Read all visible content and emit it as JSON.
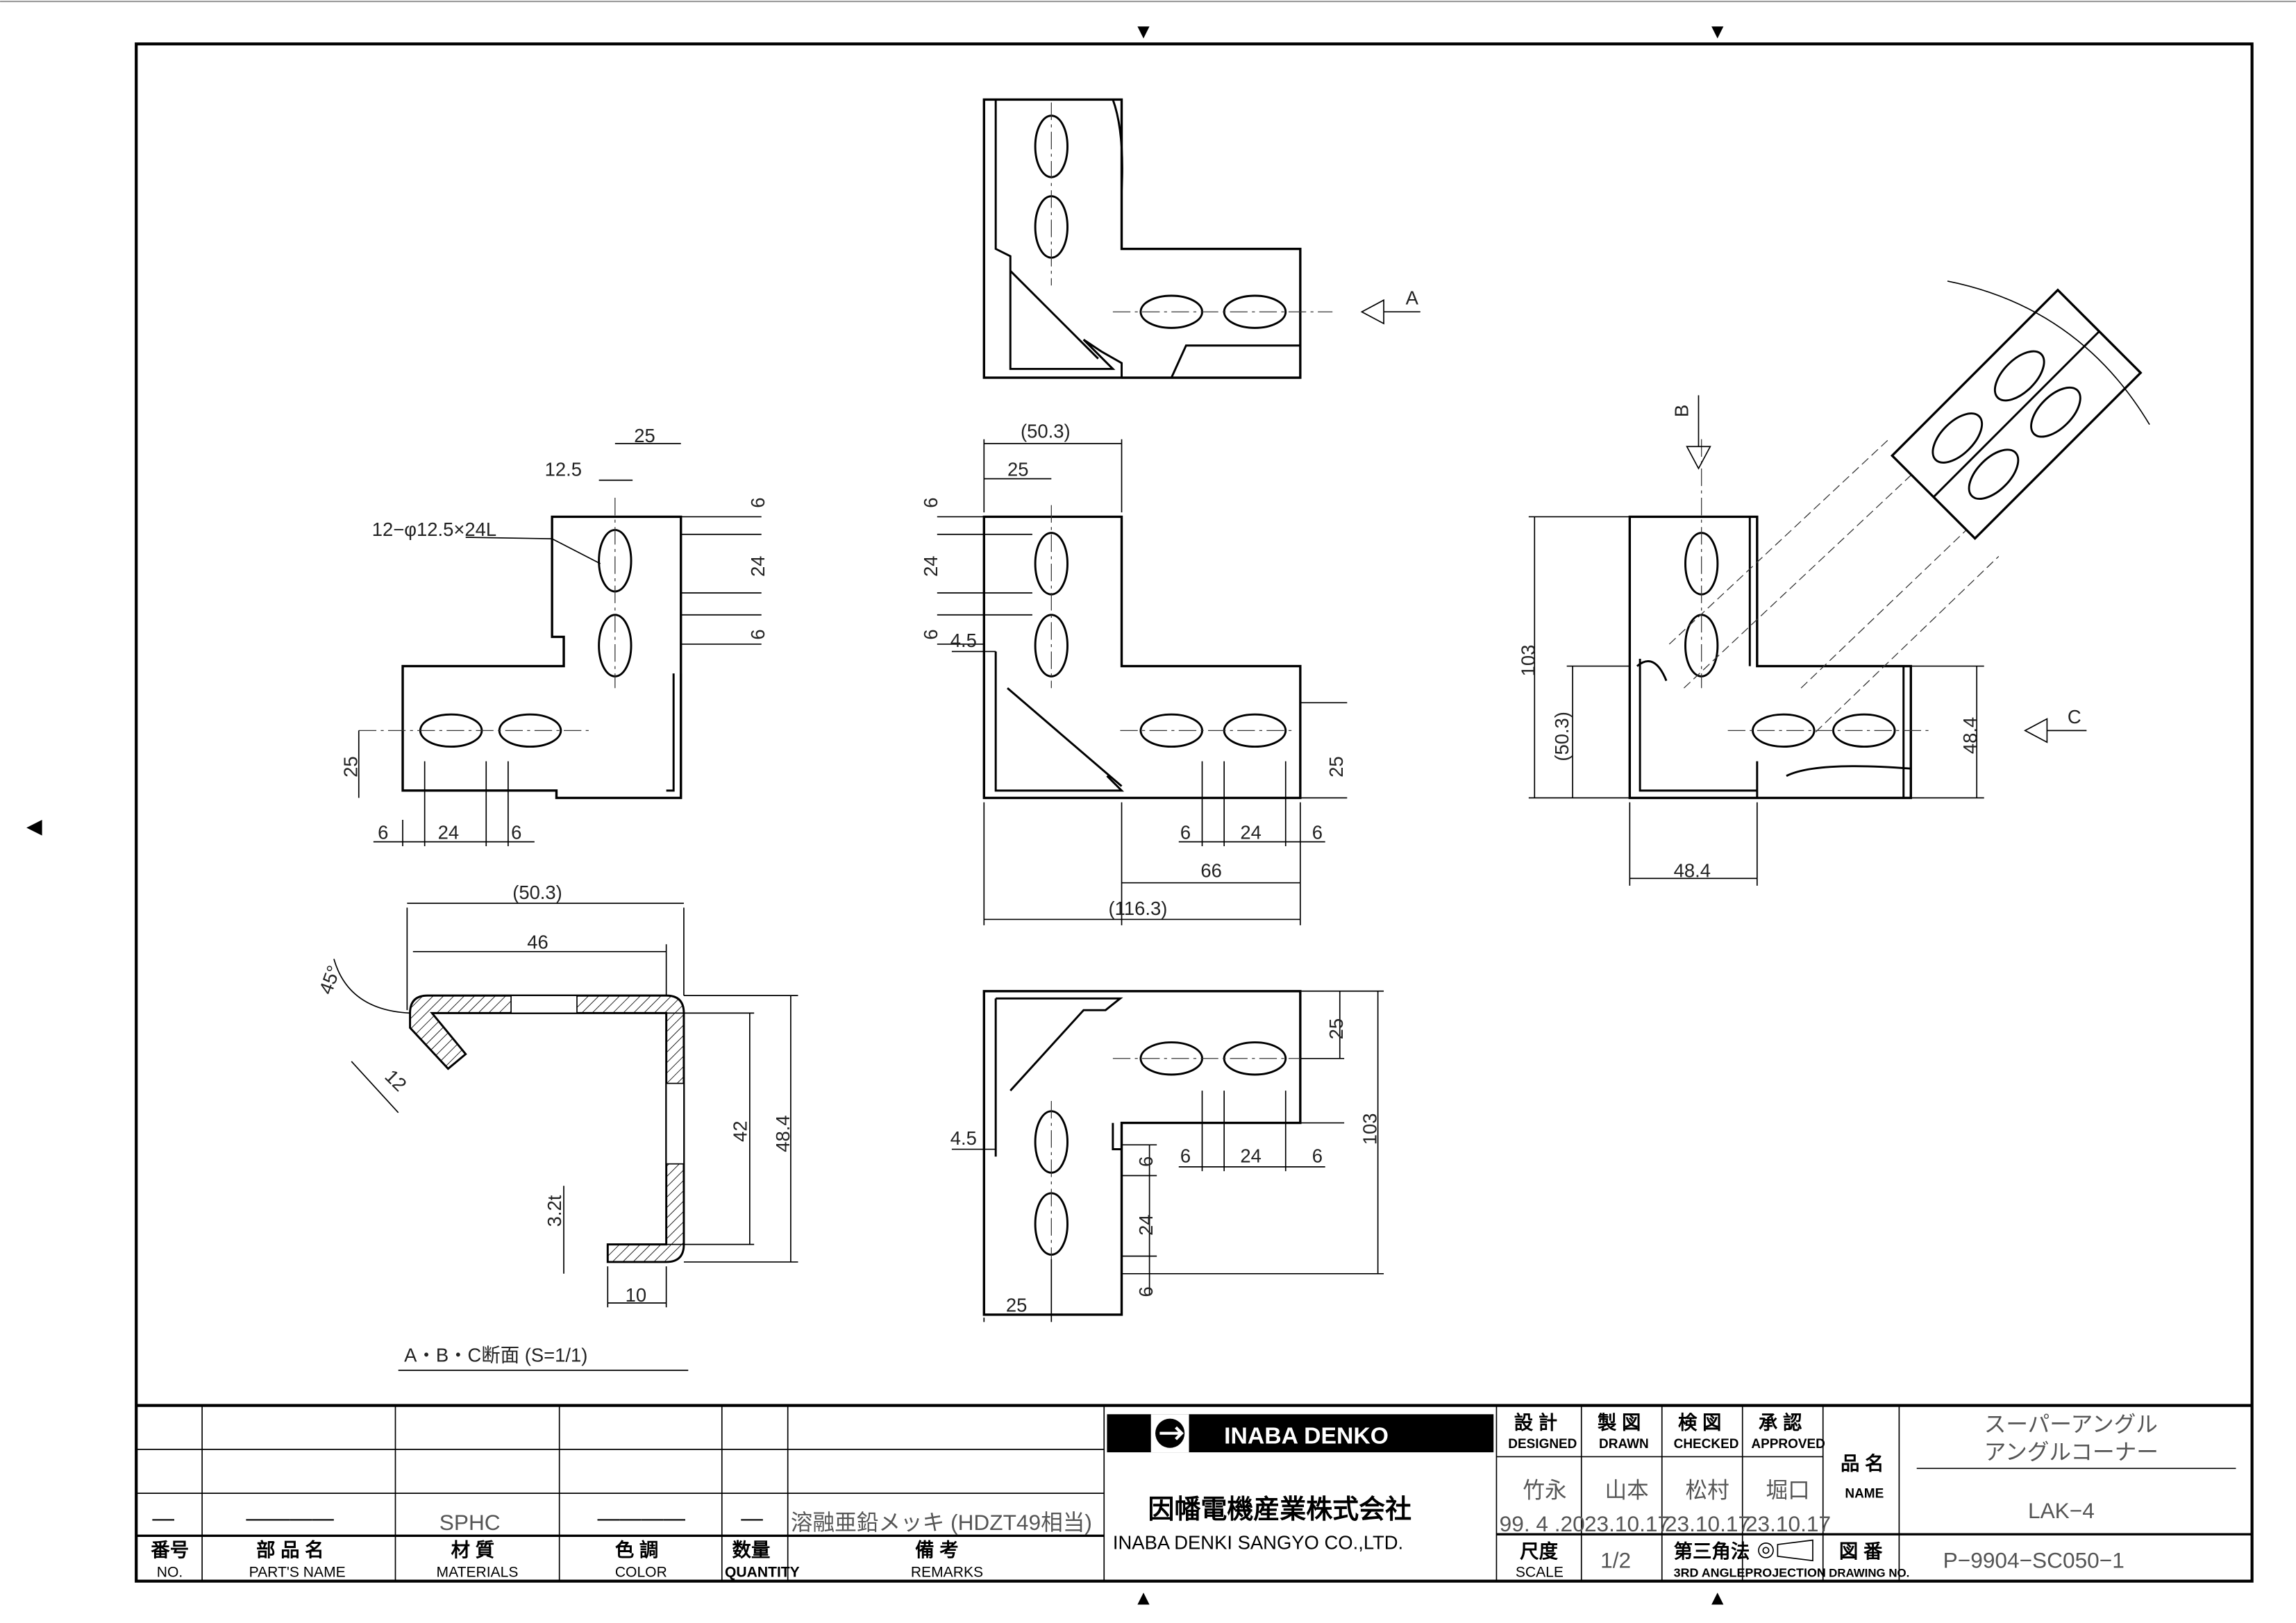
{
  "frame": {
    "markers": [
      "▼",
      "▼",
      "▲",
      "▲",
      "◀"
    ]
  },
  "views": {
    "plan_dims": [
      "25",
      "12.5",
      "12−φ12.5×24L",
      "6",
      "24",
      "6",
      "25",
      "6",
      "24",
      "6"
    ],
    "front_dims": [
      "(50.3)",
      "25",
      "6",
      "24",
      "6",
      "4.5",
      "25",
      "6",
      "24",
      "6",
      "66",
      "(116.3)"
    ],
    "top_label": "A",
    "side_dims": [
      "B",
      "103",
      "(50.3)",
      "48.4",
      "C",
      "48.4"
    ],
    "section_dims": [
      "(50.3)",
      "46",
      "45°",
      "12",
      "42",
      "48.4",
      "3.2t",
      "10"
    ],
    "section_title": "A・B・C断面 (S=1/1)",
    "bottom_dims": [
      "25",
      "4.5",
      "6",
      "24",
      "6",
      "103",
      "6",
      "24",
      "6",
      "25"
    ]
  },
  "parts_table": {
    "headers": [
      {
        "ja": "番号",
        "en": "NO."
      },
      {
        "ja": "部 品 名",
        "en": "PART'S NAME"
      },
      {
        "ja": "材 質",
        "en": "MATERIALS"
      },
      {
        "ja": "色 調",
        "en": "COLOR"
      },
      {
        "ja": "数量",
        "en": "QUANTITY"
      },
      {
        "ja": "備 考",
        "en": "REMARKS"
      }
    ],
    "row": {
      "no": "—",
      "name": "————",
      "material": "SPHC",
      "color": "————",
      "qty": "—",
      "remarks": "溶融亜鉛メッキ (HDZT49相当)"
    }
  },
  "company": {
    "logo_text": "INABA DENKO",
    "name_ja": "因幡電機産業株式会社",
    "name_en": "INABA DENKI SANGYO CO.,LTD."
  },
  "approvals": [
    {
      "ja": "設 計",
      "en": "DESIGNED",
      "name": "竹永",
      "date": "99. 4 .20"
    },
    {
      "ja": "製 図",
      "en": "DRAWN",
      "name": "山本",
      "date": "23.10.17"
    },
    {
      "ja": "検 図",
      "en": "CHECKED",
      "name": "松村",
      "date": "23.10.17"
    },
    {
      "ja": "承 認",
      "en": "APPROVED",
      "name": "堀口",
      "date": "23.10.17"
    }
  ],
  "product": {
    "label_ja": "品 名",
    "label_en": "NAME",
    "name_line1": "スーパーアングル",
    "name_line2": "アングルコーナー",
    "model": "LAK−4"
  },
  "scale": {
    "label_ja": "尺度",
    "label_en": "SCALE",
    "value": "1/2"
  },
  "projection": {
    "label_ja": "第三角法",
    "label_en": "3RD ANGLEPROJECTION"
  },
  "drawing_no": {
    "label_ja": "図 番",
    "label_en": "DRAWING NO.",
    "value": "P−9904−SC050−1"
  }
}
